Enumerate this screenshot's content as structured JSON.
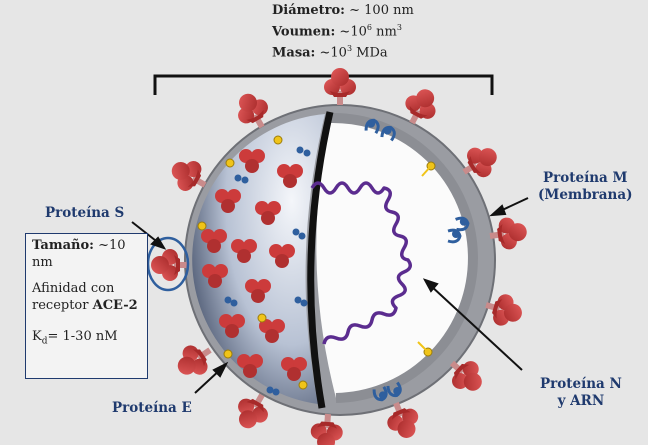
{
  "specs": {
    "diameter_label": "Diámetro:",
    "diameter_value": " ~ 100 nm",
    "volume_label": "Voumen:",
    "volume_value": " ~10",
    "volume_exp": "6",
    "volume_unit": " nm",
    "volume_unit_exp": "3",
    "mass_label": "Masa:",
    "mass_value": " ~10",
    "mass_exp": "3",
    "mass_unit": " MDa"
  },
  "labels": {
    "protein_s": "Proteína S",
    "protein_m_line1": "Proteína M",
    "protein_m_line2": "(Membrana)",
    "protein_e": "Proteína E",
    "protein_n_line1": "Proteína N",
    "protein_n_line2": "y ARN"
  },
  "info_box": {
    "size_label": "Tamaño:",
    "size_value": " ~10 nm",
    "affinity_text": "Afinidad con receptor ",
    "affinity_receptor": "ACE-2",
    "kd_symbol": "K",
    "kd_sub": "d",
    "kd_value": "= 1-30 nM"
  },
  "colors": {
    "background": "#e6e6e6",
    "spike_red": "#cc3b3b",
    "spike_dark": "#7d1f1f",
    "envelope_yellow": "#f0c419",
    "m_protein_blue": "#2f5f9e",
    "rna_purple": "#5b2c8f",
    "label_navy": "#1f3a6e"
  }
}
